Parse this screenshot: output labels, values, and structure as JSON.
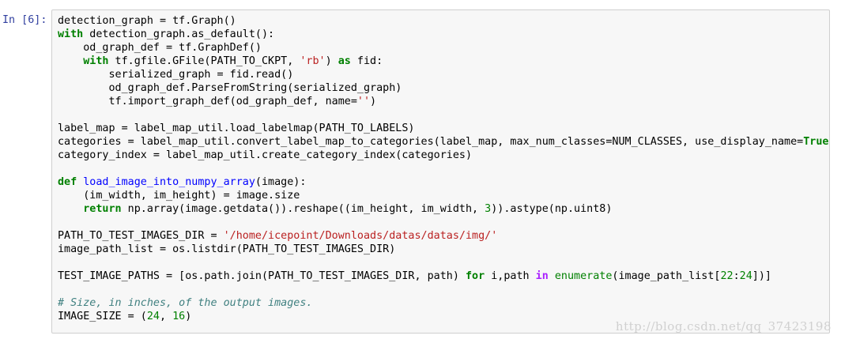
{
  "cell": {
    "prompt": "In [6]:",
    "lines": [
      [
        {
          "t": "detection_graph = tf.Graph()"
        }
      ],
      [
        {
          "t": "with",
          "c": "kw"
        },
        {
          "t": " detection_graph.as_default():"
        }
      ],
      [
        {
          "t": "    od_graph_def = tf.GraphDef()"
        }
      ],
      [
        {
          "t": "    "
        },
        {
          "t": "with",
          "c": "kw"
        },
        {
          "t": " tf.gfile.GFile(PATH_TO_CKPT, "
        },
        {
          "t": "'rb'",
          "c": "str"
        },
        {
          "t": ") "
        },
        {
          "t": "as",
          "c": "kw"
        },
        {
          "t": " fid:"
        }
      ],
      [
        {
          "t": "        serialized_graph = fid.read()"
        }
      ],
      [
        {
          "t": "        od_graph_def.ParseFromString(serialized_graph)"
        }
      ],
      [
        {
          "t": "        tf.import_graph_def(od_graph_def, name="
        },
        {
          "t": "''",
          "c": "str"
        },
        {
          "t": ")"
        }
      ],
      [
        {
          "t": ""
        }
      ],
      [
        {
          "t": "label_map = label_map_util.load_labelmap(PATH_TO_LABELS)"
        }
      ],
      [
        {
          "t": "categories = label_map_util.convert_label_map_to_categories(label_map, max_num_classes=NUM_CLASSES, use_display_name="
        },
        {
          "t": "True",
          "c": "kw"
        },
        {
          "t": ")"
        }
      ],
      [
        {
          "t": "category_index = label_map_util.create_category_index(categories)"
        }
      ],
      [
        {
          "t": ""
        }
      ],
      [
        {
          "t": "def",
          "c": "kw"
        },
        {
          "t": " "
        },
        {
          "t": "load_image_into_numpy_array",
          "c": "fn"
        },
        {
          "t": "(image):"
        }
      ],
      [
        {
          "t": "    (im_width, im_height) = image.size"
        }
      ],
      [
        {
          "t": "    "
        },
        {
          "t": "return",
          "c": "kw"
        },
        {
          "t": " np.array(image.getdata()).reshape((im_height, im_width, "
        },
        {
          "t": "3",
          "c": "num"
        },
        {
          "t": ")).astype(np.uint8)"
        }
      ],
      [
        {
          "t": ""
        }
      ],
      [
        {
          "t": "PATH_TO_TEST_IMAGES_DIR = "
        },
        {
          "t": "'/home/icepoint/Downloads/datas/datas/img/'",
          "c": "str"
        }
      ],
      [
        {
          "t": "image_path_list = os.listdir(PATH_TO_TEST_IMAGES_DIR)"
        }
      ],
      [
        {
          "t": ""
        }
      ],
      [
        {
          "t": "TEST_IMAGE_PATHS = [os.path.join(PATH_TO_TEST_IMAGES_DIR, path) "
        },
        {
          "t": "for",
          "c": "kw"
        },
        {
          "t": " i,path "
        },
        {
          "t": "in",
          "c": "op"
        },
        {
          "t": " "
        },
        {
          "t": "enumerate",
          "c": "bi"
        },
        {
          "t": "(image_path_list["
        },
        {
          "t": "22",
          "c": "num"
        },
        {
          "t": ":"
        },
        {
          "t": "24",
          "c": "num"
        },
        {
          "t": "])]"
        }
      ],
      [
        {
          "t": ""
        }
      ],
      [
        {
          "t": "# Size, in inches, of the output images.",
          "c": "cm"
        }
      ],
      [
        {
          "t": "IMAGE_SIZE = ("
        },
        {
          "t": "24",
          "c": "num"
        },
        {
          "t": ", "
        },
        {
          "t": "16",
          "c": "num"
        },
        {
          "t": ")"
        }
      ]
    ]
  },
  "watermark": "http://blog.csdn.net/qq_37423198"
}
